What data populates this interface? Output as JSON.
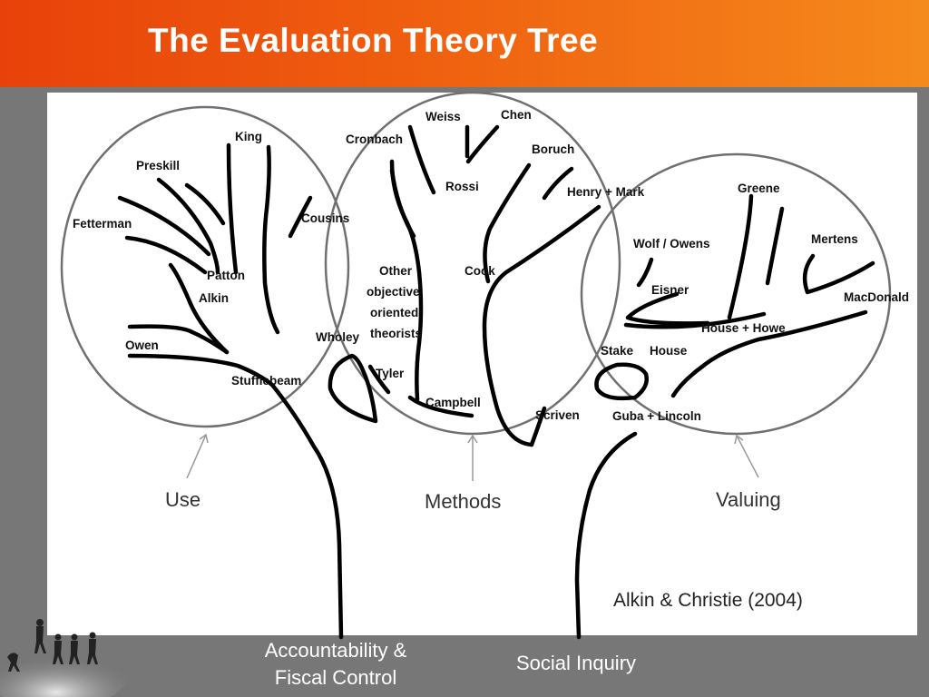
{
  "title": "The Evaluation Theory Tree",
  "theorists": {
    "king": "King",
    "preskill": "Preskill",
    "fetterman": "Fetterman",
    "cousins": "Cousins",
    "patton": "Patton",
    "alkin": "Alkin",
    "owen": "Owen",
    "wholey": "Wholey",
    "stufflebeam": "Stufflebeam",
    "weiss": "Weiss",
    "chen": "Chen",
    "cronbach": "Cronbach",
    "boruch": "Boruch",
    "rossi": "Rossi",
    "henry_mark": "Henry + Mark",
    "cook": "Cook",
    "other_1": "Other",
    "other_2": "objective",
    "other_3": "oriented",
    "other_4": "theorists",
    "tyler": "Tyler",
    "campbell": "Campbell",
    "scriven": "Scriven",
    "greene": "Greene",
    "mertens": "Mertens",
    "wolf_owens": "Wolf / Owens",
    "macdonald": "MacDonald",
    "eisner": "Eisner",
    "house_howe": "House + Howe",
    "stake": "Stake",
    "house": "House",
    "guba_lincoln": "Guba + Lincoln"
  },
  "branches": {
    "use": "Use",
    "methods": "Methods",
    "valuing": "Valuing"
  },
  "citation": "Alkin & Christie (2004)",
  "roots": {
    "accountability_line1": "Accountability &",
    "accountability_line2": "Fiscal Control",
    "social_inquiry": "Social Inquiry"
  }
}
